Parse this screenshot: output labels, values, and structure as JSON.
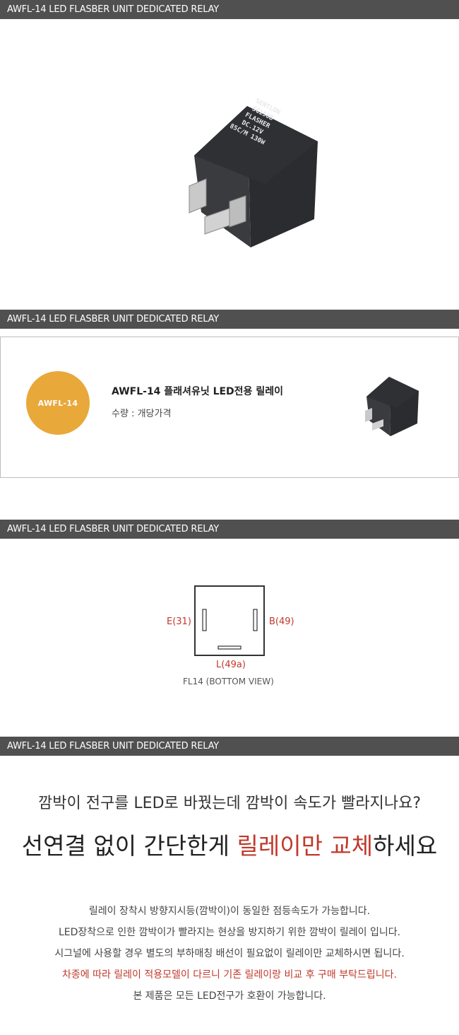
{
  "sections": {
    "header_1": "AWFL-14 LED FLASBER UNIT DEDICATED RELAY",
    "header_2": "AWFL-14 LED FLASBER UNIT DEDICATED RELAY",
    "header_3": "AWFL-14 LED FLASBER UNIT DEDICATED RELAY",
    "header_4": "AWFL-14 LED FLASBER UNIT DEDICATED RELAY"
  },
  "photo": {
    "label_lines": [
      "SENTLON",
      "SG158B",
      "FLASHER",
      "DC.12V",
      "85C/M 130W"
    ]
  },
  "info": {
    "badge": "AWFL-14",
    "title": "AWFL-14 플래셔유닛 LED전용 릴레이",
    "qty": "수량 : 개당가격"
  },
  "diagram": {
    "pin_left": "E(31)",
    "pin_right": "B(49)",
    "pin_bottom": "L(49a)",
    "caption": "FL14 (BOTTOM VIEW)"
  },
  "text": {
    "question": "깜박이 전구를 LED로 바꿨는데 깜박이 속도가 빨라지나요?",
    "headline_pre": "선연결 없이 간단한게 ",
    "headline_hl": "릴레이만 교체",
    "headline_post": "하세요",
    "desc": [
      "릴레이 장착시 방향지시등(깜박이)이 동일한 점등속도가 가능합니다.",
      "LED장착으로 인한 깜박이가 빨라지는 현상을 방지하기 위한 깜박이 릴레이 입니다.",
      "시그널에 사용할 경우 별도의 부하매칭 배선이 필요없이 릴레이만 교체하시면 됩니다.",
      "차종에 따라 릴레이 적용모델이 다르니 기존 릴레이랑 비교 후 구매 부탁드립니다.",
      "본 제품은 모든 LED전구가 호환이 가능합니다."
    ]
  },
  "colors": {
    "bar": "#505050",
    "badge": "#e8a83a",
    "accent_red": "#c0392b"
  }
}
